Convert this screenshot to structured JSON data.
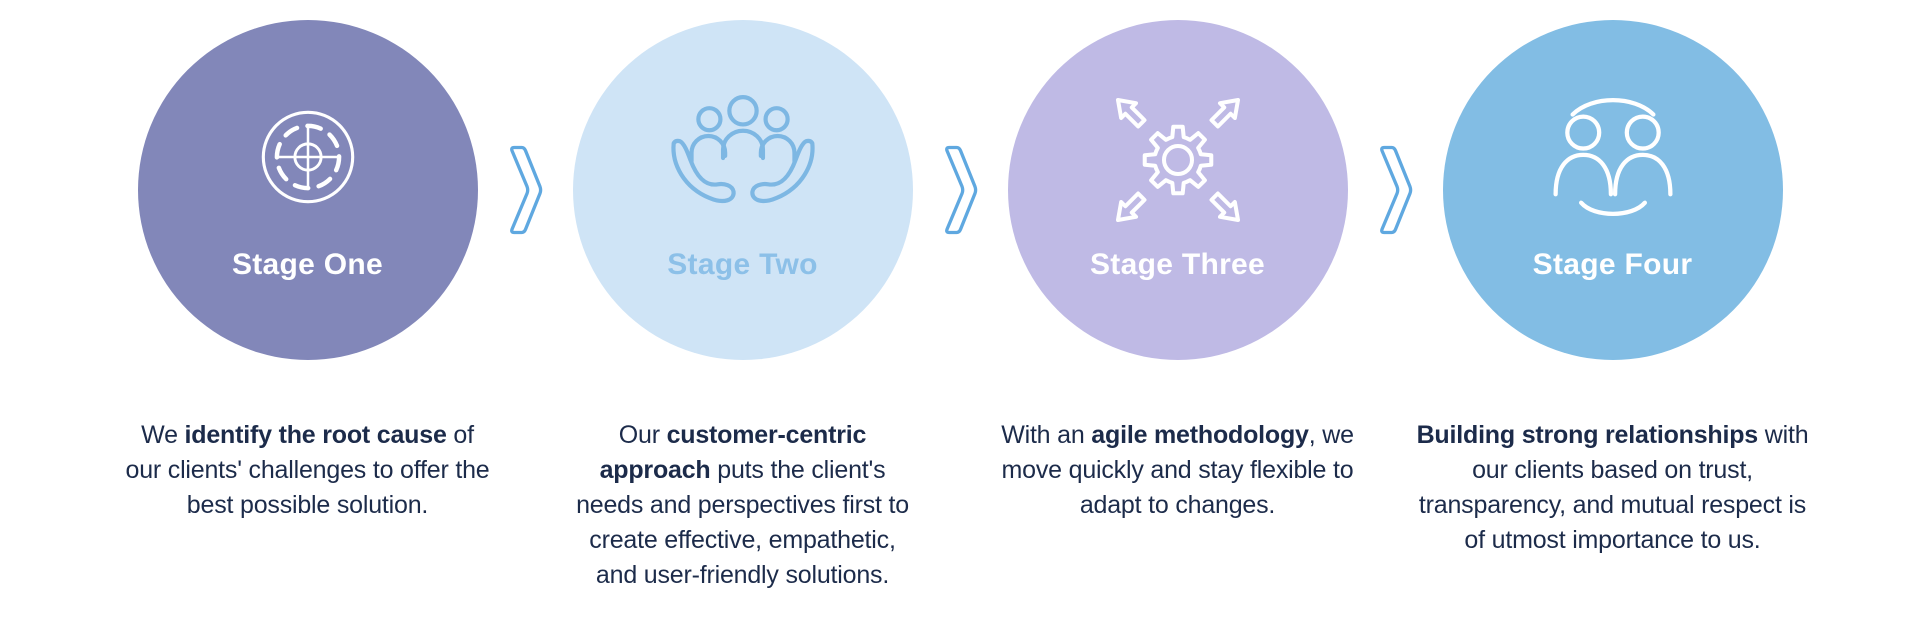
{
  "colors": {
    "background": "#ffffff",
    "body_text": "#1c2b4a",
    "chevron": "#5fa8e0"
  },
  "stages": [
    {
      "label": "Stage One",
      "circle_color": "#8287b9",
      "label_color": "#ffffff",
      "icon": "target-icon",
      "icon_color": "#ffffff",
      "desc_pre": "We ",
      "desc_bold": "identify the root cause",
      "desc_post": " of our clients' challenges to offer the best possible solution."
    },
    {
      "label": "Stage Two",
      "circle_color": "#cfe4f6",
      "label_color": "#8cc0e8",
      "icon": "hands-holding-people-icon",
      "icon_color": "#7db7e3",
      "desc_pre": "Our ",
      "desc_bold": "customer-centric approach",
      "desc_post": " puts the client's needs and perspectives first to create effective, empathetic, and user-friendly solutions."
    },
    {
      "label": "Stage Three",
      "circle_color": "#bfbae5",
      "label_color": "#ffffff",
      "icon": "gear-arrows-icon",
      "icon_color": "#ffffff",
      "desc_pre": "With an ",
      "desc_bold": "agile methodology",
      "desc_post": ", we move quickly and stay flexible to adapt to changes."
    },
    {
      "label": "Stage Four",
      "circle_color": "#82bde4",
      "label_color": "#ffffff",
      "icon": "people-relationship-icon",
      "icon_color": "#ffffff",
      "desc_pre": "",
      "desc_bold": "Building strong relationships",
      "desc_post": " with our clients based on trust, transparency, and mutual respect is of utmost importance to us."
    }
  ]
}
